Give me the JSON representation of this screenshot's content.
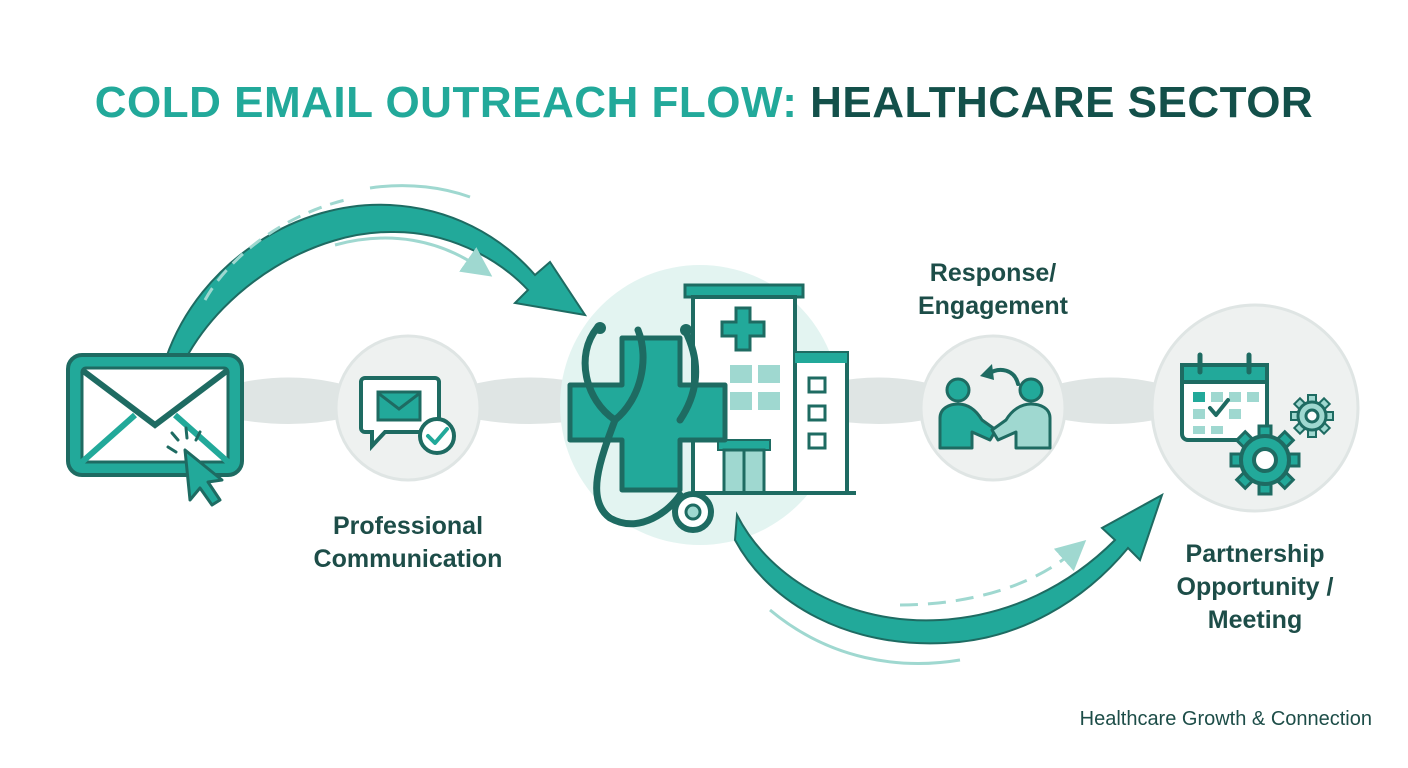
{
  "title": {
    "part1": "COLD EMAIL OUTREACH FLOW: ",
    "part2": "HEALTHCARE SECTOR"
  },
  "steps": [
    {
      "id": "email",
      "label": ""
    },
    {
      "id": "communication",
      "label": "Professional\nCommunication"
    },
    {
      "id": "healthcare",
      "label": ""
    },
    {
      "id": "response",
      "label": "Response/\nEngagement"
    },
    {
      "id": "partnership",
      "label": "Partnership\nOpportunity /\nMeeting"
    }
  ],
  "icons": [
    "envelope-icon",
    "cursor-click-icon",
    "chat-bubble-email-icon",
    "checkmark-icon",
    "medical-cross-icon",
    "stethoscope-icon",
    "hospital-building-icon",
    "handshake-people-icon",
    "return-arrow-icon",
    "calendar-icon",
    "gears-icon"
  ],
  "footer": "Healthcare Growth & Connection",
  "colors": {
    "teal": "#22a99a",
    "dark_teal": "#13504a",
    "outline": "#1e6b62",
    "light_teal": "#9fd8d0",
    "pale_teal": "#e3f4f1",
    "connector_gray": "#dfe5e4",
    "circle_gray": "#eef1f0"
  }
}
